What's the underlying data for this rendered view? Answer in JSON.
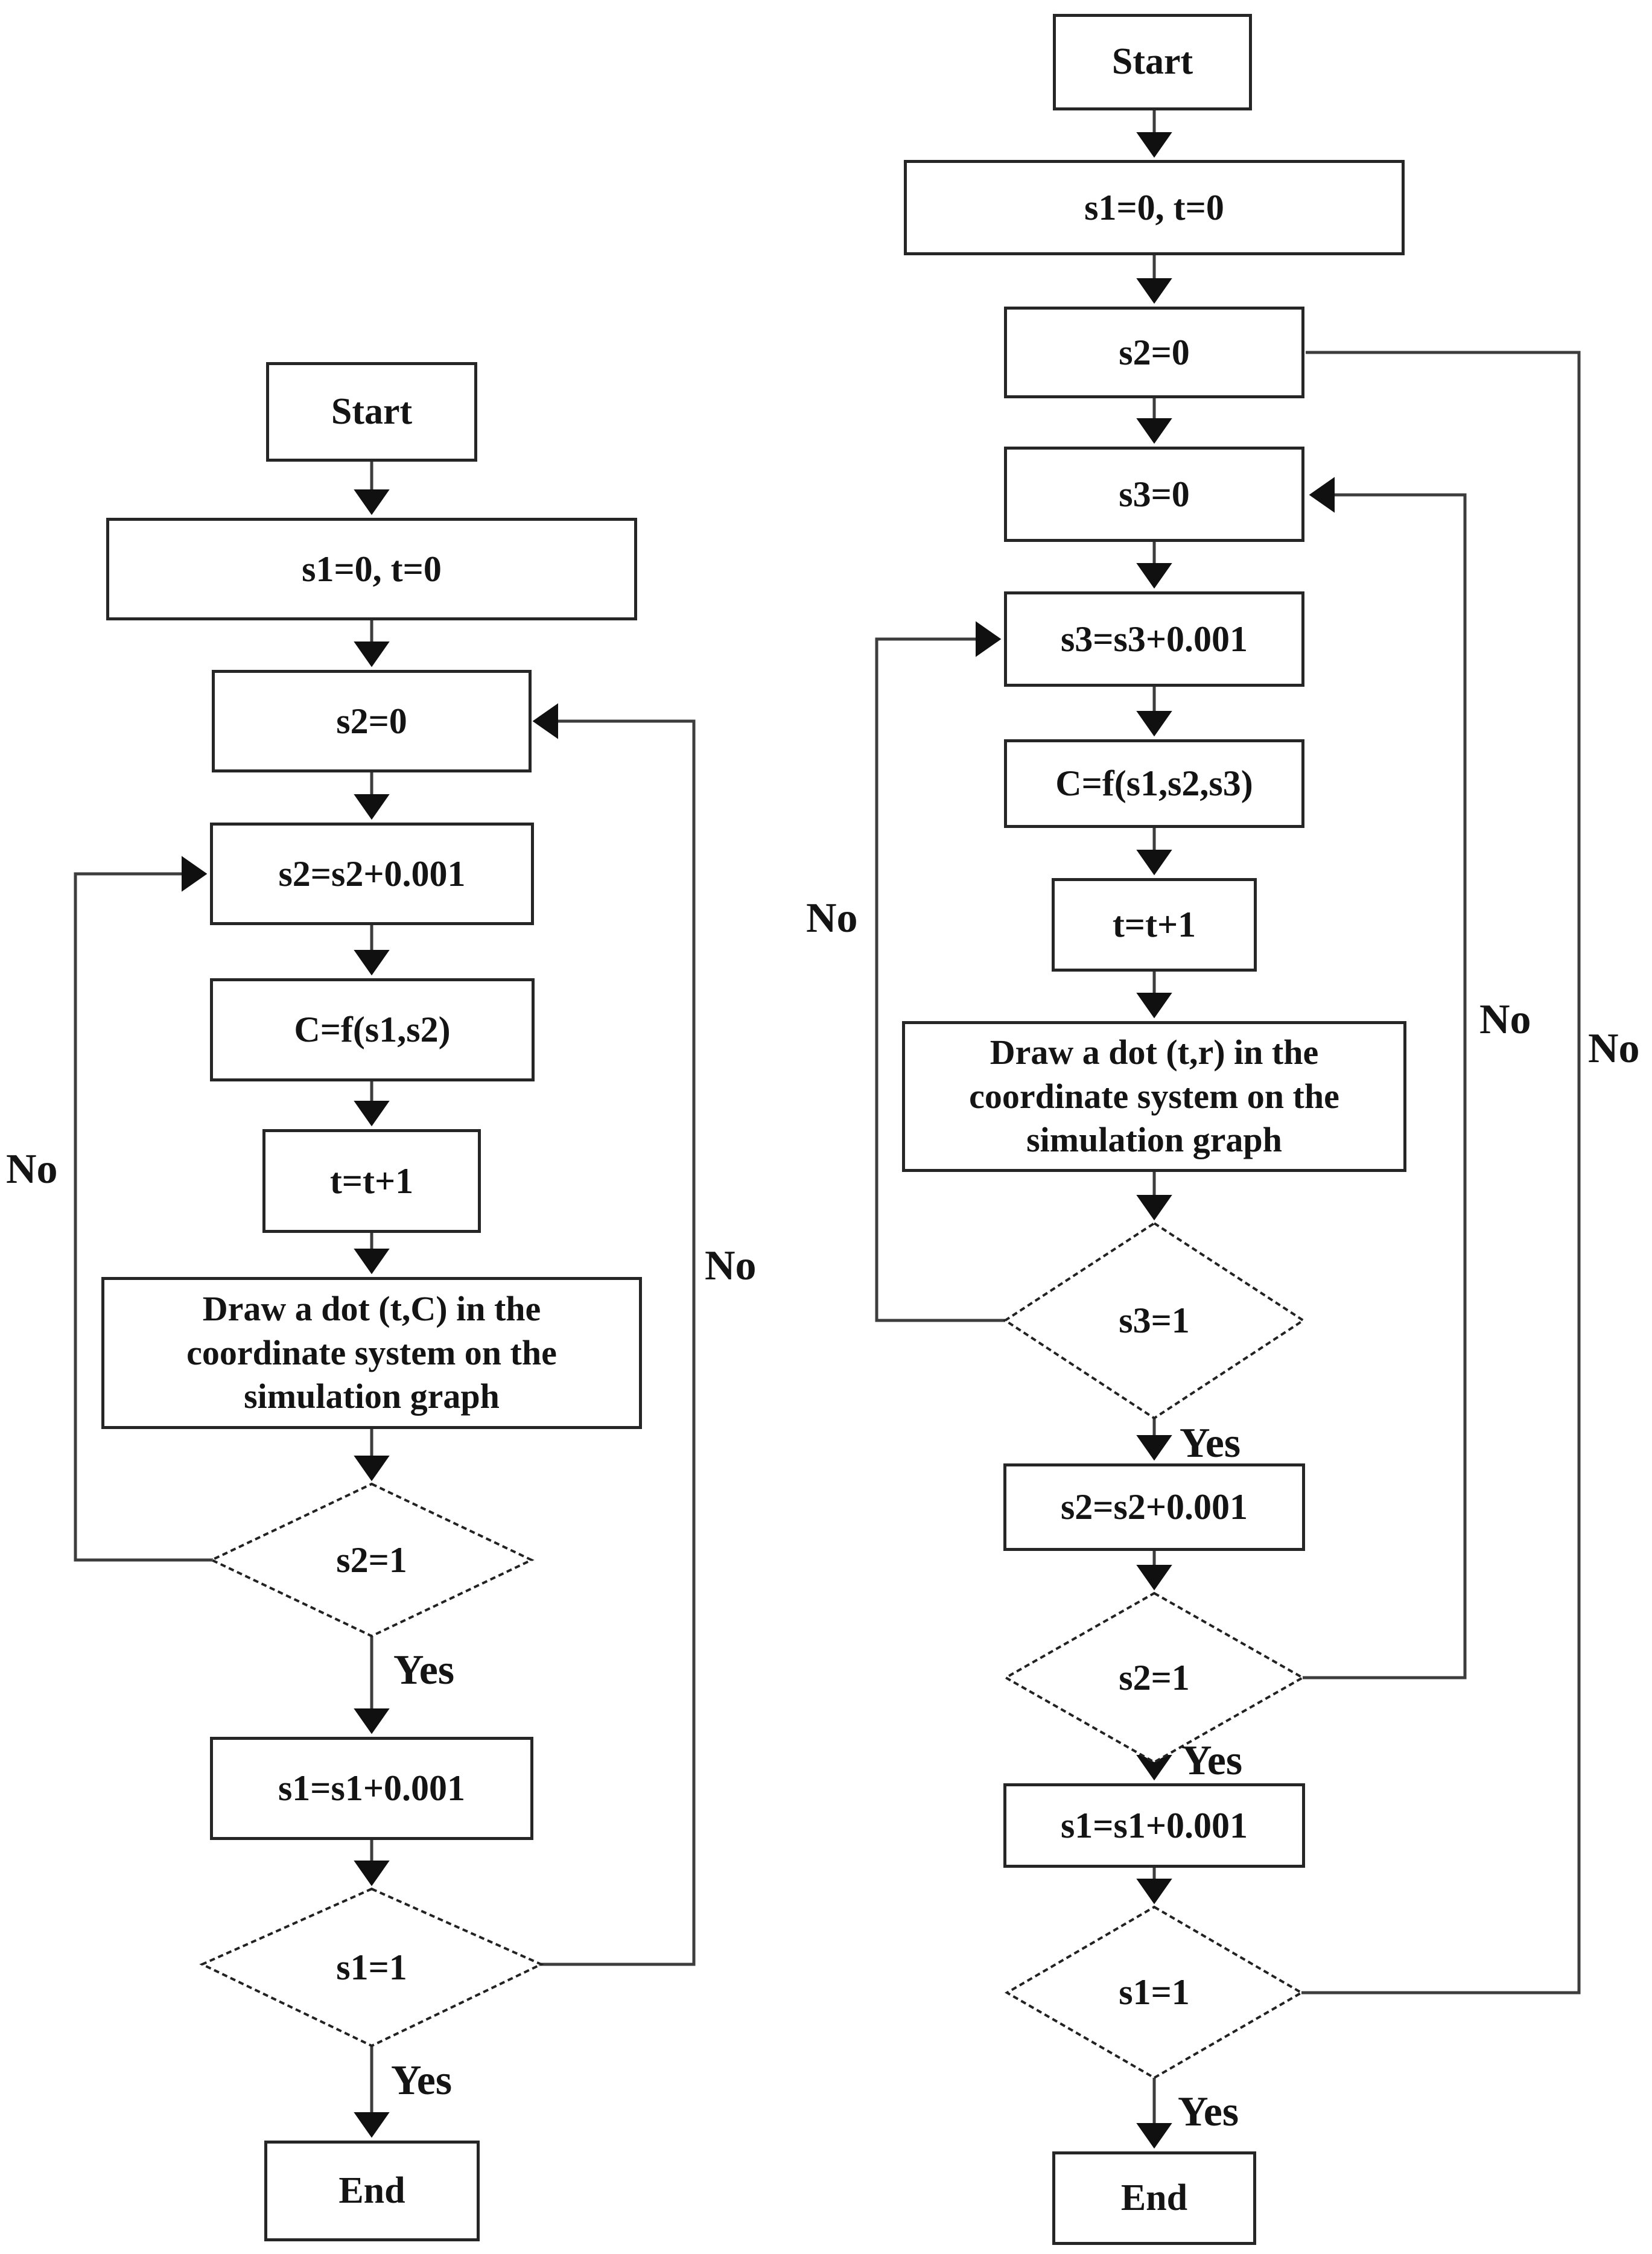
{
  "figure": {
    "description": "Two flowcharts of a simulation loop algorithm",
    "background": "#ffffff",
    "line_color": "#3d3d3d",
    "border_color": "#262626",
    "text_color": "#141414"
  },
  "left_chart": {
    "nodes": {
      "start": "Start",
      "init": "s1=0, t=0",
      "s2_zero": "s2=0",
      "s2_inc": "s2=s2+0.001",
      "c_func": "C=f(s1,s2)",
      "t_inc": "t=t+1",
      "draw": "Draw a dot (t,C) in the coordinate system on the simulation graph",
      "dec_s2": "s2=1",
      "s1_inc": "s1=s1+0.001",
      "dec_s1": "s1=1",
      "end": "End"
    },
    "edge_labels": {
      "yes_s2": "Yes",
      "yes_s1": "Yes",
      "no_s2": "No",
      "no_s1": "No"
    }
  },
  "right_chart": {
    "nodes": {
      "start": "Start",
      "init": "s1=0, t=0",
      "s2_zero": "s2=0",
      "s3_zero": "s3=0",
      "s3_inc": "s3=s3+0.001",
      "c_func": "C=f(s1,s2,s3)",
      "t_inc": "t=t+1",
      "draw": "Draw a dot (t,r) in the coordinate system on the simulation graph",
      "dec_s3": "s3=1",
      "s2_inc": "s2=s2+0.001",
      "dec_s2": "s2=1",
      "s1_inc": "s1=s1+0.001",
      "dec_s1": "s1=1",
      "end": "End"
    },
    "edge_labels": {
      "yes_s3": "Yes",
      "yes_s2": "Yes",
      "yes_s1": "Yes",
      "no_s3": "No",
      "no_s2": "No",
      "no_s1": "No"
    }
  }
}
